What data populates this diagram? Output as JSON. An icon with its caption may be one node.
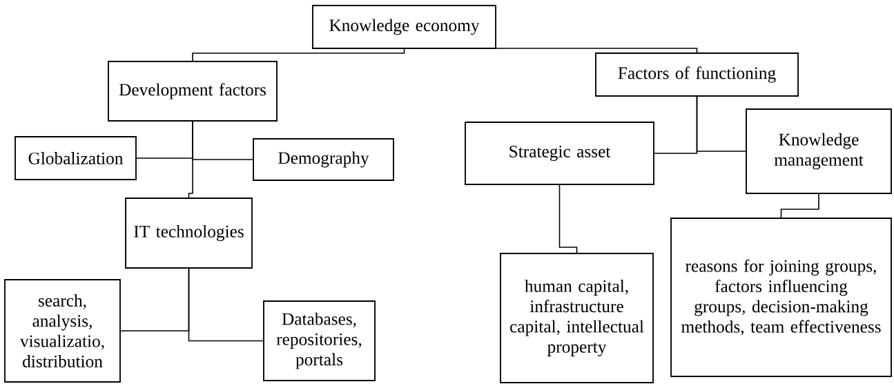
{
  "diagram": {
    "nodes": [
      {
        "text": [
          "Knowledge economy"
        ]
      },
      {
        "text": [
          "Development factors"
        ]
      },
      {
        "text": [
          "Factors of functioning"
        ]
      },
      {
        "text": [
          "Globalization"
        ]
      },
      {
        "text": [
          "Demography"
        ]
      },
      {
        "text": [
          "IT technologies"
        ]
      },
      {
        "text": [
          "search, analysis, visualizatio, distribution"
        ]
      },
      {
        "text": [
          "Databases, repositories, portals"
        ]
      },
      {
        "text": [
          "Strategic asset"
        ]
      },
      {
        "text": [
          "Knowledge management"
        ]
      },
      {
        "text": [
          "human capital, infrastructure capital, intellectual property"
        ]
      },
      {
        "text": [
          "reasons for joining groups, factors influencing groups, decision-making methods, team effectiveness"
        ]
      }
    ],
    "edges": [
      {
        "from": 0,
        "to": 1,
        "arrow": "none"
      },
      {
        "from": 0,
        "to": 2,
        "arrow": "none"
      },
      {
        "from": 1,
        "to": 3,
        "arrow": "none"
      },
      {
        "from": 1,
        "to": 4,
        "arrow": "none"
      },
      {
        "from": 1,
        "to": 5,
        "arrow": "none"
      },
      {
        "from": 5,
        "to": 6,
        "arrow": "none"
      },
      {
        "from": 5,
        "to": 7,
        "arrow": "none"
      },
      {
        "from": 2,
        "to": 8,
        "arrow": "none"
      },
      {
        "from": 2,
        "to": 9,
        "arrow": "none"
      },
      {
        "from": 8,
        "to": 10,
        "arrow": "none"
      },
      {
        "from": 9,
        "to": 11,
        "arrow": "none"
      }
    ]
  }
}
